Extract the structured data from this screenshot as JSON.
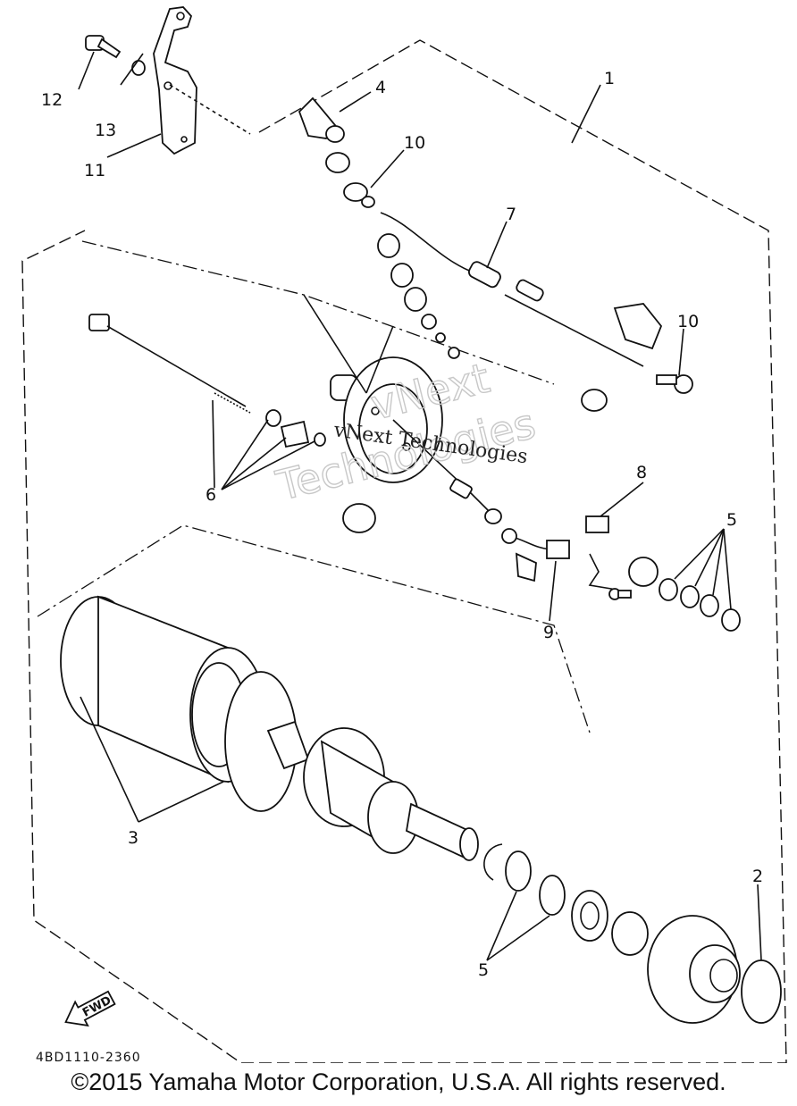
{
  "callouts": {
    "c1": "1",
    "c2": "2",
    "c3": "3",
    "c4": "4",
    "c5a": "5",
    "c5b": "5",
    "c6": "6",
    "c7": "7",
    "c8": "8",
    "c9": "9",
    "c10a": "10",
    "c10b": "10",
    "c11": "11",
    "c12": "12",
    "c13": "13"
  },
  "drawing_code": "4BD1110-2360",
  "fwd_label": "FWD",
  "watermark": {
    "line1": "vNext",
    "line2": "Technologies",
    "center": "vNext Technologies"
  },
  "copyright": "©2015 Yamaha Motor Corporation, U.S.A. All rights reserved."
}
